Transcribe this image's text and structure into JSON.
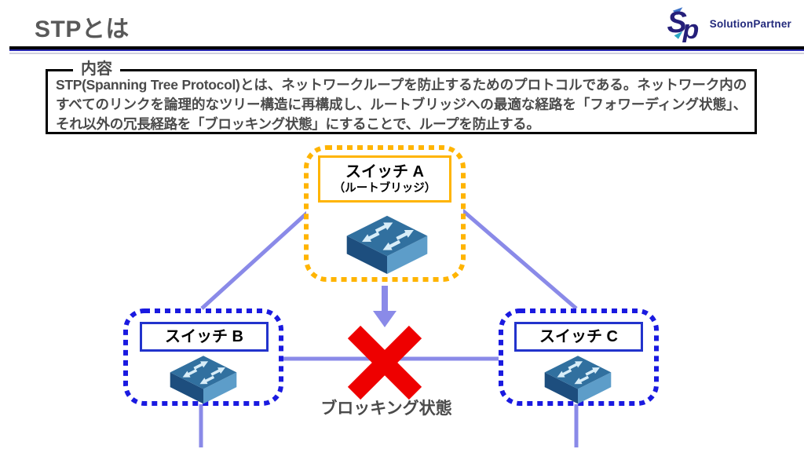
{
  "slide": {
    "title": "STPとは",
    "logo": {
      "monogram_s": "S",
      "monogram_p": "p",
      "brand": "SolutionPartner"
    },
    "content_box": {
      "label": "内容",
      "text": "STP(Spanning Tree Protocol)とは、ネットワークループを防止するためのプロトコルである。ネットワーク内のすべてのリンクを論理的なツリー構造に再構成し、ルートブリッジへの最適な経路を「フォワーディング状態」、それ以外の冗長経路を「ブロッキング状態」にすることで、ループを防止する。"
    },
    "diagram": {
      "switch_a": {
        "name": "スイッチ A",
        "role": "（ルートブリッジ）"
      },
      "switch_b": {
        "name": "スイッチ B"
      },
      "switch_c": {
        "name": "スイッチ C"
      },
      "blocking_label": "ブロッキング状態"
    },
    "colors": {
      "root_bridge_border": "#ffb400",
      "switch_box_border": "#1a1ae0",
      "switch_label_border": "#2233cc",
      "link_line": "#8a8ae8",
      "blocked_x": "#ee0000",
      "title_text": "#595959",
      "body_text": "#4a4a4a",
      "brand_navy": "#232a7c"
    }
  }
}
